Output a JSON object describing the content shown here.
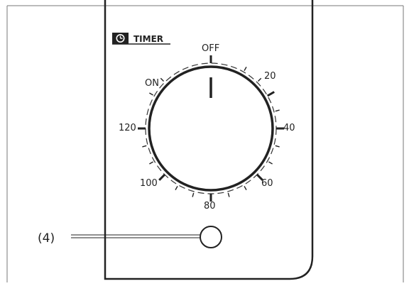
{
  "panel": {
    "title": "TIMER",
    "title_icon": "clock-icon"
  },
  "dial": {
    "off_label": "OFF",
    "on_label": "ON",
    "scale_labels": [
      "20",
      "40",
      "60",
      "80",
      "100",
      "120"
    ]
  },
  "callout": {
    "label": "(4)",
    "target": "indicator-lamp"
  }
}
